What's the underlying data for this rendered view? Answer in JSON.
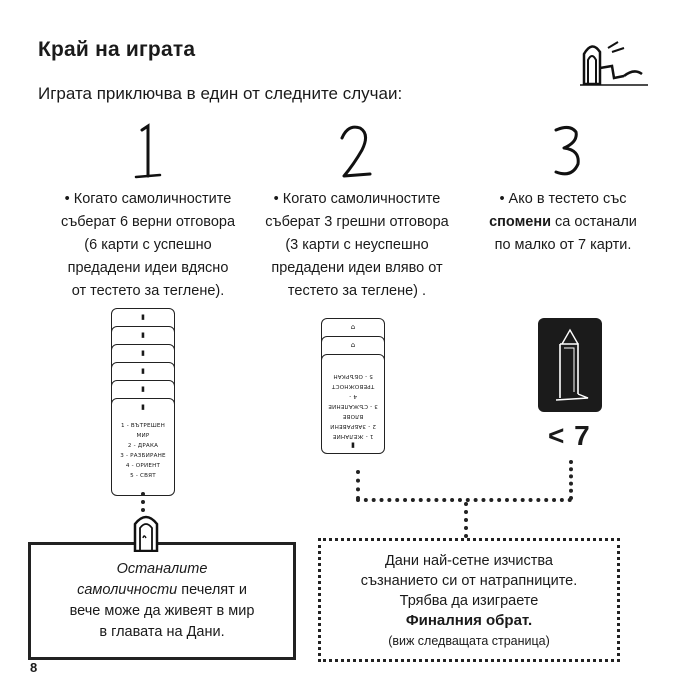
{
  "page": {
    "title": "Край на играта",
    "intro": "Играта приключва в един от следните случаи:",
    "page_number": "8"
  },
  "cases": [
    {
      "number": "1",
      "lines": [
        "• Когато самоличностите",
        "съберат 6 верни отговора",
        "(6 карти с успешно",
        "предадени идеи вдясно",
        "от тестето за теглене)."
      ]
    },
    {
      "number": "2",
      "lines": [
        "• Когато самоличностите",
        "съберат 3 грешни отговора",
        "(3 карти с неуспешно",
        "предадени идеи вляво от",
        "тестето за теглене) ."
      ]
    },
    {
      "number": "3",
      "line1": "• Ако в тестето със",
      "line2_bold": "спомени",
      "line2_rest": " са останали",
      "line3": "по малко от 7 карти."
    }
  ],
  "deck1_card_lines": [
    "1 - ВЪТРЕШЕН МИР",
    "2 - ДРАКА",
    "3 - РАЗБИРАНЕ",
    "4 - ОРИЕНТ",
    "5 - СВЯТ"
  ],
  "deck2_card_lines": [
    "1 - ЖЕЛАНИЕ",
    "2 - ЗАБРАВЕНИ ВЛОВЕ",
    "3 - СЪЖАЛЕНИЕ",
    "4 - ТРЕВОЖНОСТ",
    "5 - ОБЪРКАН"
  ],
  "deck3_label": "< 7",
  "outcome_left": {
    "line1_italic": "Останалите",
    "line2_italic": "самоличности",
    "line2_rest": " печелят и",
    "line3": "вече може да живеят в мир",
    "line4": "в главата на Дани."
  },
  "outcome_right": {
    "line1": "Дани най-сетне изчиства",
    "line2": "съзнанието си от натрапниците.",
    "line3": "Трябва да изиграете",
    "line4_bold": "Финалния обрат.",
    "line5": "(виж следващата страница)"
  }
}
